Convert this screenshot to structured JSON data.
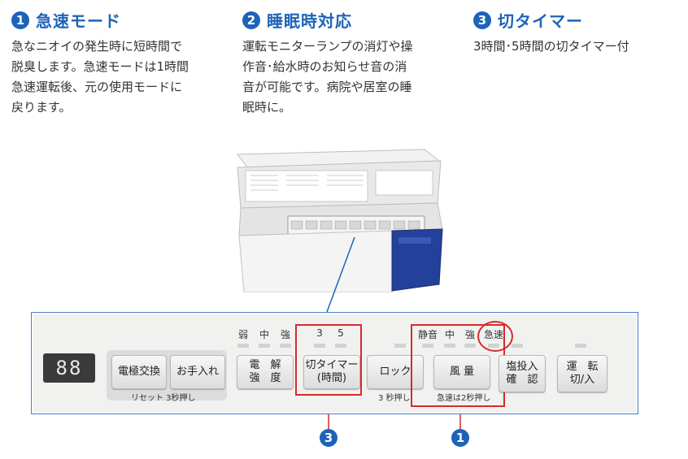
{
  "features": [
    {
      "num": "1",
      "title": "急速モード",
      "desc": "急なニオイの発生時に短時間で\n脱臭します。急速モードは1時間\n急速運転後、元の使用モードに\n戻ります。"
    },
    {
      "num": "2",
      "title": "睡眠時対応",
      "desc": "運転モニターランプの消灯や操\n作音･給水時のお知らせ音の消\n音が可能です。病院や居室の睡\n眠時に。"
    },
    {
      "num": "3",
      "title": "切タイマー",
      "desc": "3時間･5時間の切タイマー付"
    }
  ],
  "panel": {
    "display": "88",
    "indicators": {
      "weak": "弱",
      "mid": "中",
      "strong": "強",
      "t3": "3",
      "t5": "5",
      "quiet": "静音",
      "mid2": "中",
      "strong2": "強",
      "rapid": "急速"
    },
    "buttons": {
      "electrode": "電極交換",
      "care": "お手入れ",
      "reset_note": "リセット 3秒押し",
      "strength": "電　解\n強　度",
      "timer": "切タイマー\n(時間)",
      "lock": "ロック",
      "lock_note": "3 秒押し",
      "airflow": "風 量",
      "airflow_note": "急速は2秒押し",
      "salt": "塩投入\n確　認",
      "power": "運　転\n切/入"
    },
    "markers": {
      "timer": "3",
      "airflow": "1"
    }
  },
  "colors": {
    "accent": "#1d63b8",
    "highlight": "#d42b2b"
  }
}
